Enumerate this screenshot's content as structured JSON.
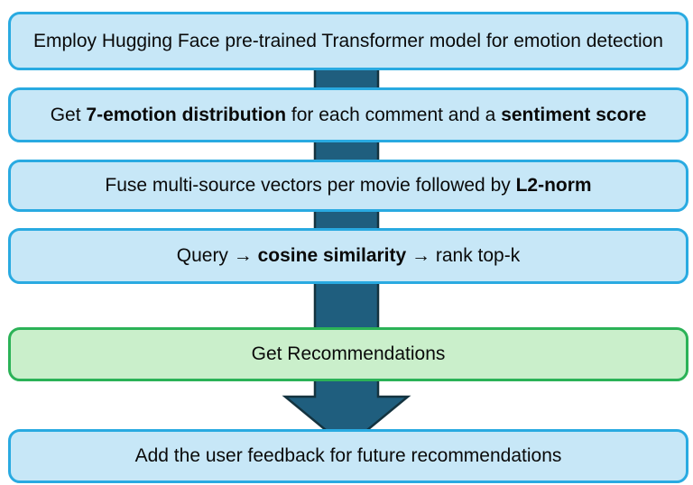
{
  "colors": {
    "background": "#ffffff",
    "box_fill": "#c7e7f7",
    "box_border": "#29aae1",
    "highlight_fill": "#caefcb",
    "highlight_border": "#2bb257",
    "arrow_fill": "#1f5e7e",
    "arrow_outline": "#14333f",
    "text": "#0a0a0a"
  },
  "flowchart": {
    "arrow": {
      "name": "down-arrow",
      "direction": "down"
    },
    "steps": [
      {
        "id": "step-emotion-detection",
        "variant": "process",
        "segments": [
          {
            "text": "Employ Hugging Face pre-trained Transformer model for emotion detection",
            "bold": false
          }
        ]
      },
      {
        "id": "step-emotion-distribution",
        "variant": "process",
        "segments": [
          {
            "text": "Get ",
            "bold": false
          },
          {
            "text": "7-emotion distribution",
            "bold": true
          },
          {
            "text": " for each comment and a ",
            "bold": false
          },
          {
            "text": "sentiment score",
            "bold": true
          }
        ]
      },
      {
        "id": "step-fusion-l2norm",
        "variant": "process",
        "segments": [
          {
            "text": "Fuse multi-source vectors per movie followed by ",
            "bold": false
          },
          {
            "text": "L2-norm",
            "bold": true
          }
        ]
      },
      {
        "id": "step-query-similarity",
        "variant": "process",
        "segments": [
          {
            "text": "Query → ",
            "bold": false
          },
          {
            "text": "cosine similarity",
            "bold": true
          },
          {
            "text": " → rank top-k",
            "bold": false
          }
        ]
      },
      {
        "id": "step-get-recommendations",
        "variant": "highlight",
        "segments": [
          {
            "text": "Get Recommendations",
            "bold": false
          }
        ]
      },
      {
        "id": "step-user-feedback",
        "variant": "process",
        "segments": [
          {
            "text": "Add the user feedback for future recommendations",
            "bold": false
          }
        ]
      }
    ]
  }
}
